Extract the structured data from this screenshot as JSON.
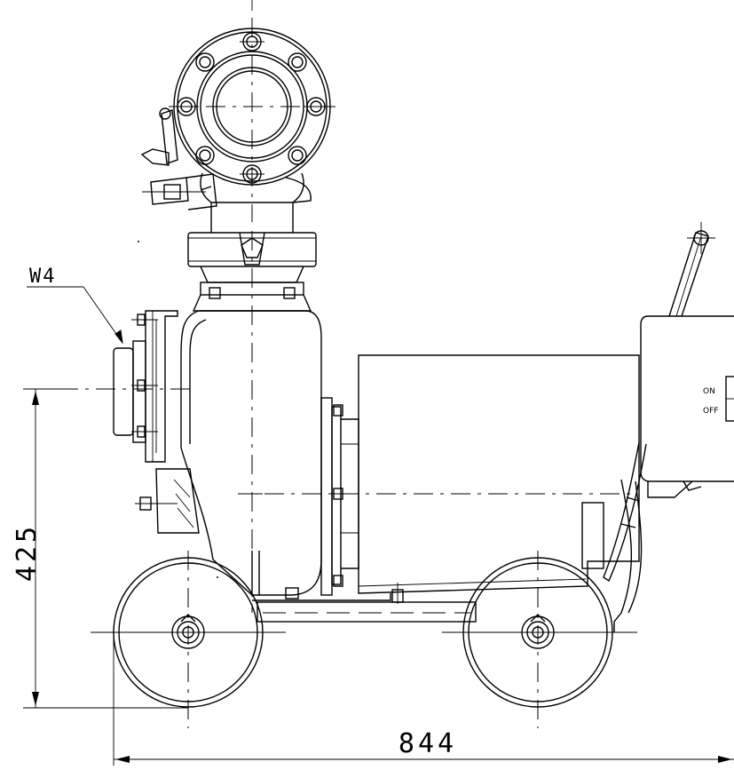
{
  "dimensions": {
    "height": "425",
    "length": "844"
  },
  "callouts": {
    "weld": "W4"
  },
  "control_box": {
    "on_label": "ON",
    "off_label": "OFF"
  }
}
